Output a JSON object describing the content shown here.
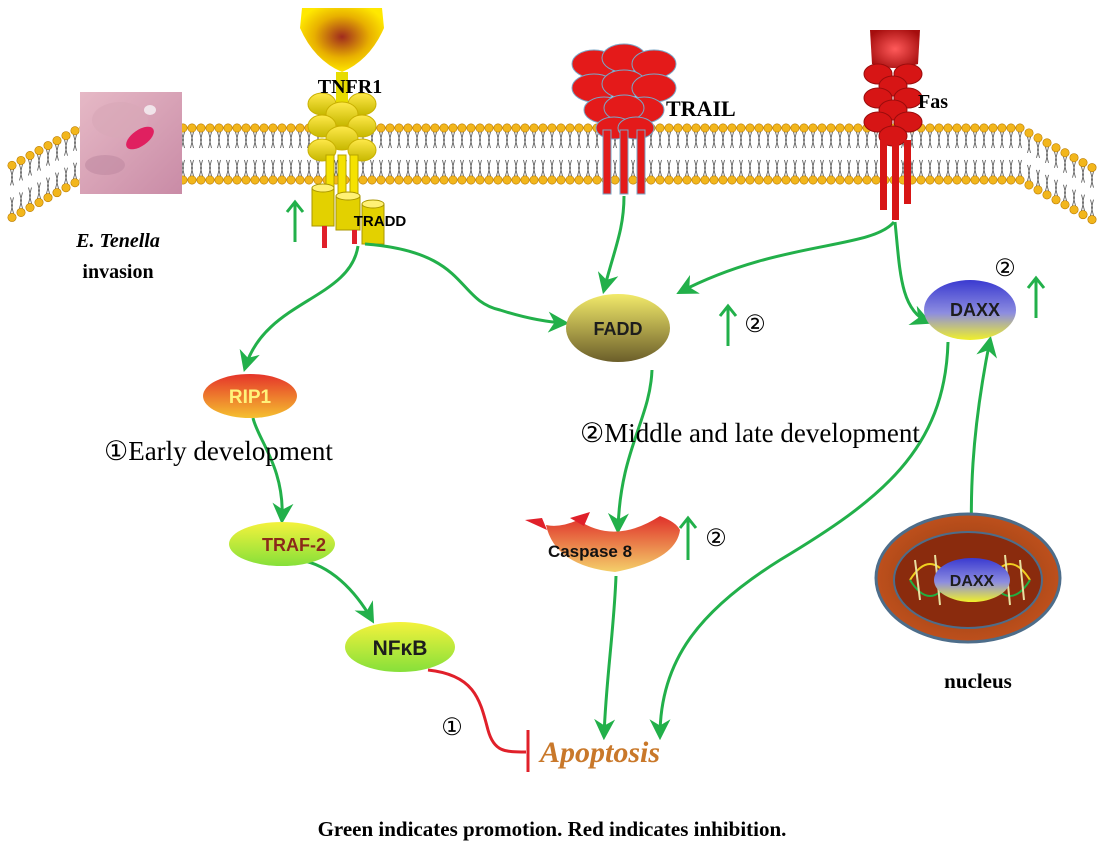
{
  "receptors": {
    "tnfr1": "TNFR1",
    "trail": "TRAIL",
    "fas": "Fas"
  },
  "adaptors": {
    "tradd": "TRADD"
  },
  "invasion": {
    "organism": "E. Tenella",
    "event": "invasion"
  },
  "nodes": {
    "fadd": "FADD",
    "daxx": "DAXX",
    "daxx_nucleus": "DAXX",
    "rip1": "RIP1",
    "traf2": "TRAF-2",
    "nfkb": "NFκB",
    "caspase8": "Caspase 8",
    "apoptosis": "Apoptosis",
    "nucleus": "nucleus"
  },
  "stages": {
    "early": "①Early development",
    "middle_late": "②Middle and late development"
  },
  "markers": {
    "fadd": "②",
    "daxx": "②",
    "caspase8": "②",
    "nfkb_inhibition": "①"
  },
  "legend": "Green indicates promotion. Red indicates inhibition.",
  "colors": {
    "promotion": "#22b04a",
    "inhibition": "#e0202a",
    "apoptosis_text": "#c9782a",
    "membrane_head": "#f2b61c",
    "receptor_red": "#e01b1b",
    "receptor_yellow": "#f2e21a"
  }
}
